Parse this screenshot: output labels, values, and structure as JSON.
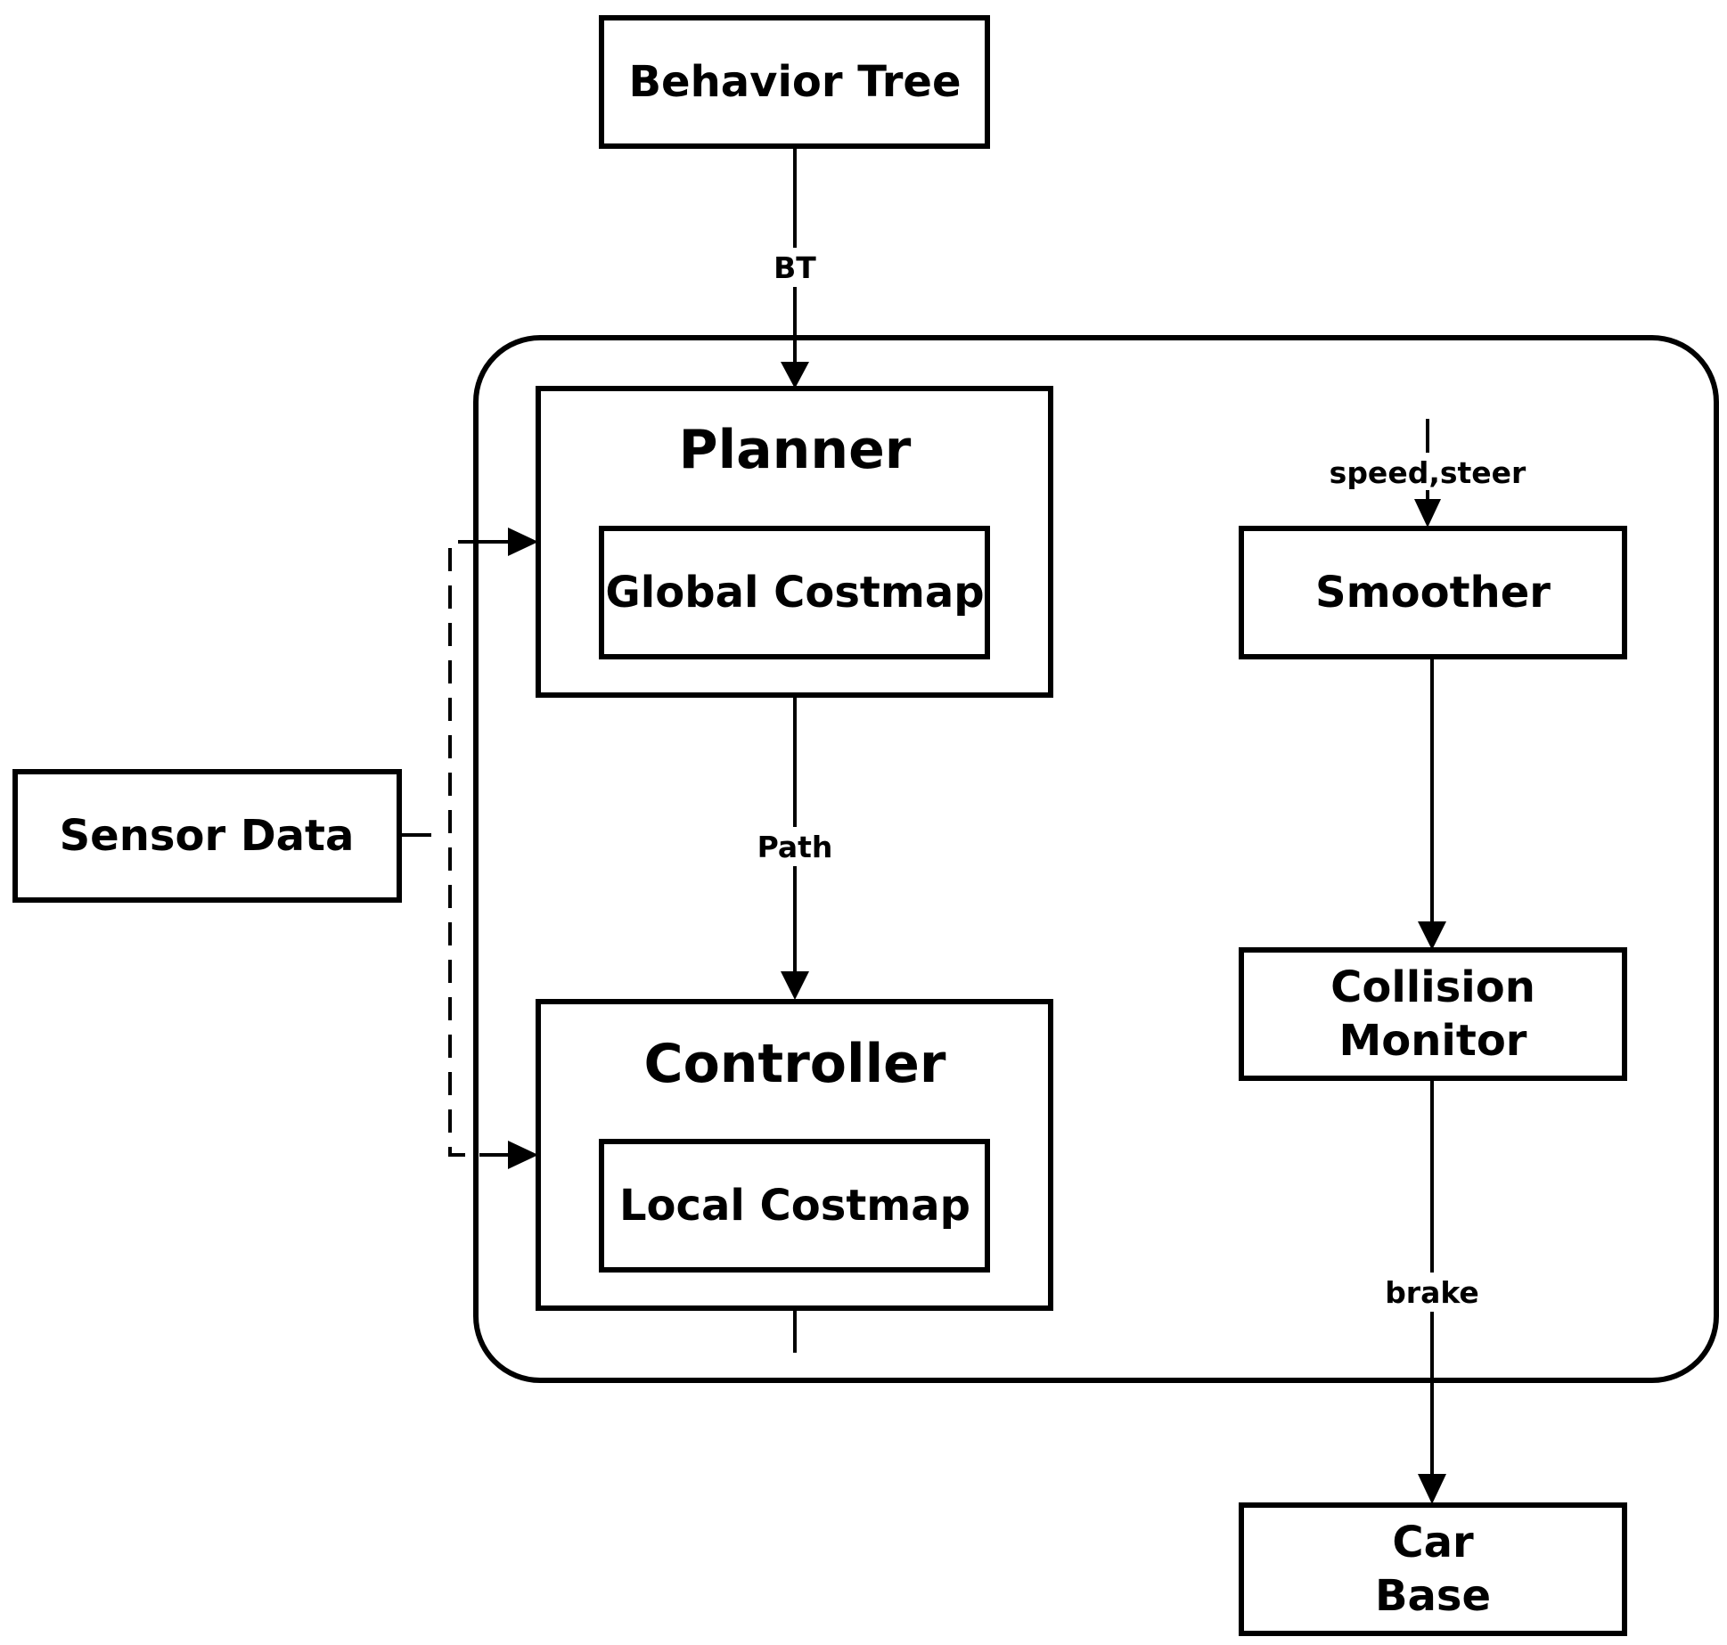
{
  "nodes": {
    "behavior_tree": "Behavior Tree",
    "planner": "Planner",
    "global_costmap": "Global Costmap",
    "controller": "Controller",
    "local_costmap": "Local Costmap",
    "sensor_data": "Sensor Data",
    "smoother": "Smoother",
    "collision_monitor_line1": "Collision",
    "collision_monitor_line2": "Monitor",
    "car_base_line1": "Car",
    "car_base_line2": "Base"
  },
  "edges": {
    "bt": "BT",
    "path": "Path",
    "speed_steer": "speed,steer",
    "brake": "brake"
  }
}
